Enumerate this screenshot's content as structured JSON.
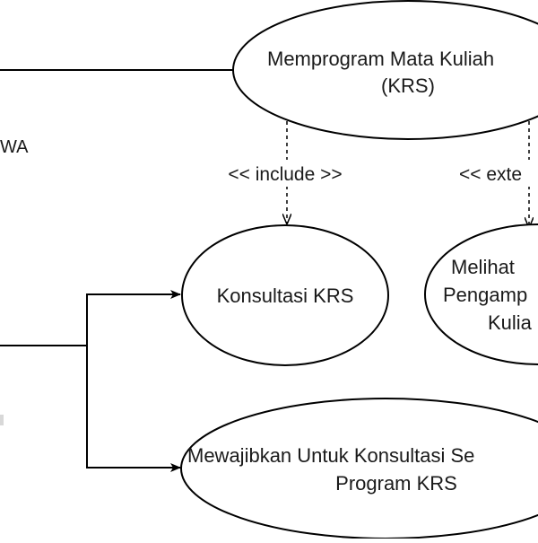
{
  "diagram": {
    "actor_label_fragment": "WA",
    "usecases": {
      "memprogram": {
        "line1": "Memprogram Mata Kuliah",
        "line2": "(KRS)"
      },
      "konsultasi": {
        "label": "Konsultasi KRS"
      },
      "melihat": {
        "line1": "Melihat",
        "line2": "Pengamp",
        "line3": "Kulia"
      },
      "mewajibkan": {
        "line1": "Mewajibkan Untuk Konsultasi Se",
        "line2": "Program KRS"
      }
    },
    "relations": {
      "include": "<< include >>",
      "extend": "<< exte"
    }
  }
}
